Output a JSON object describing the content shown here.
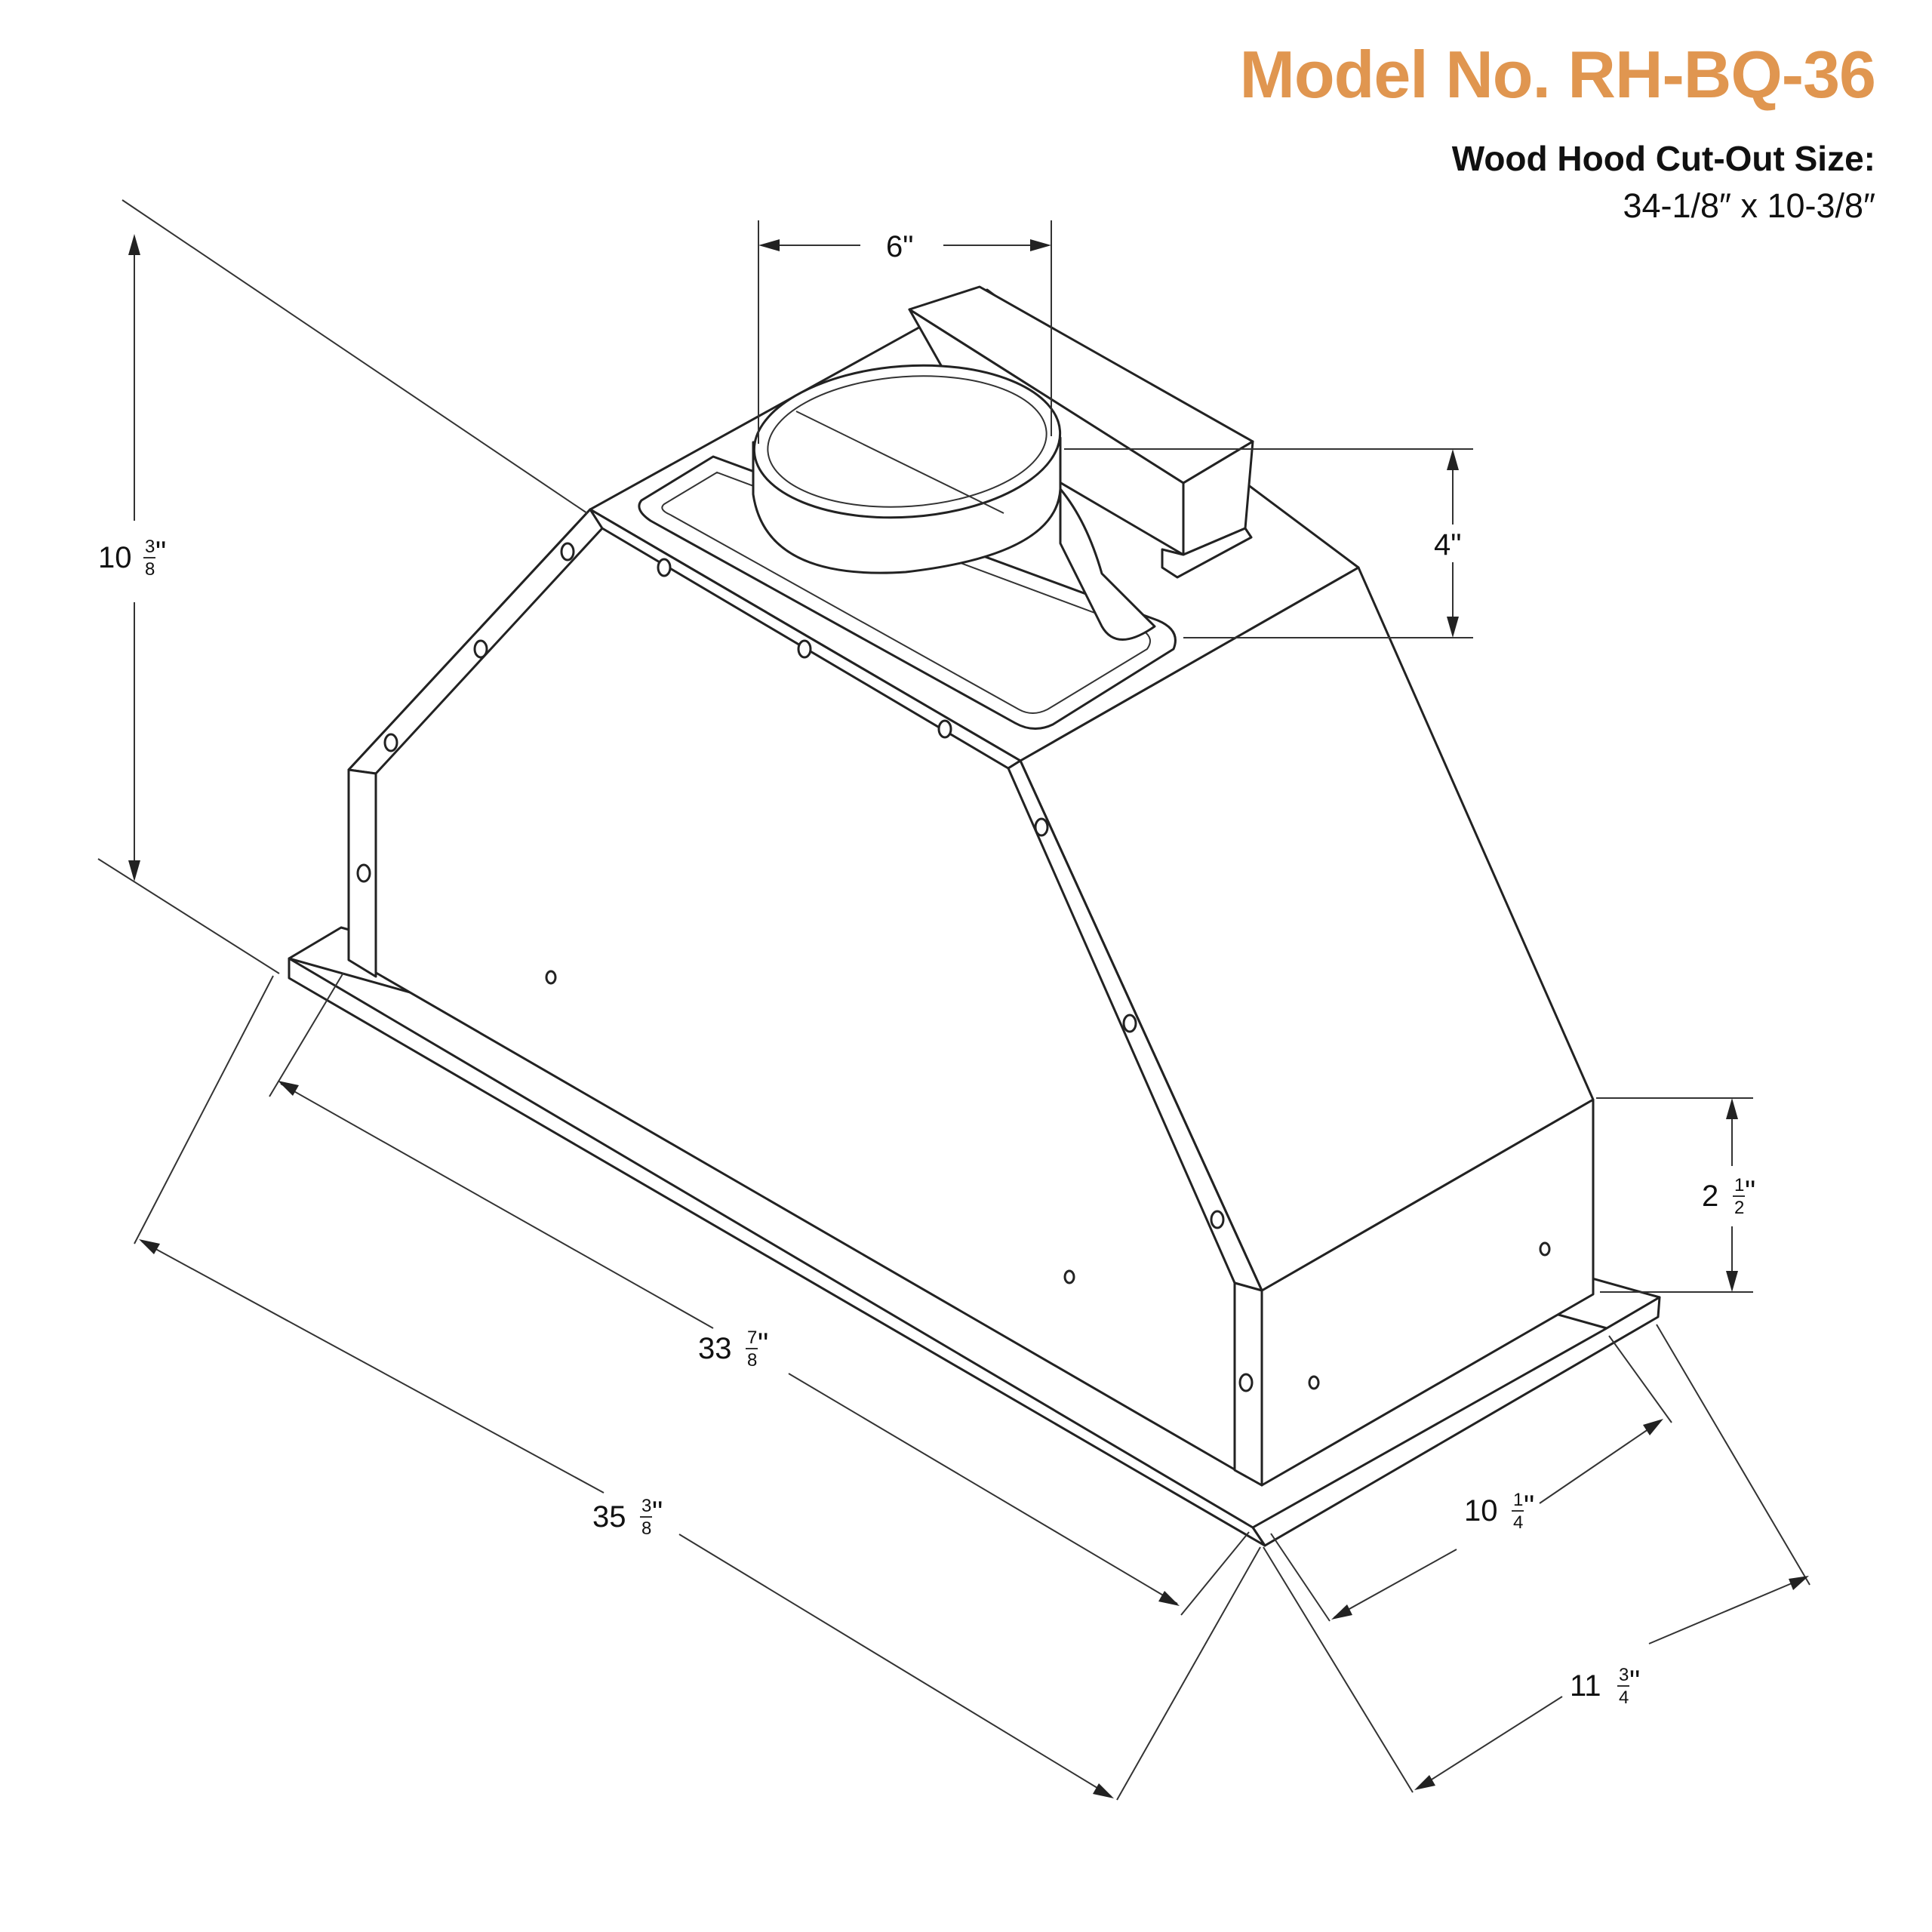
{
  "header": {
    "model_title": "Model No. RH-BQ-36",
    "cutout_label": "Wood Hood Cut-Out Size:",
    "cutout_size": "34-1/8″ x 10-3/8″"
  },
  "dimensions": {
    "duct_diameter": "6\"",
    "collar_height": "4\"",
    "total_height": {
      "whole": "10",
      "num": "3",
      "den": "8",
      "unit": "\""
    },
    "front_height": {
      "whole": "2",
      "num": "1",
      "den": "2",
      "unit": "\""
    },
    "body_width": {
      "whole": "33",
      "num": "7",
      "den": "8",
      "unit": "\""
    },
    "flange_width": {
      "whole": "35",
      "num": "3",
      "den": "8",
      "unit": "\""
    },
    "body_depth": {
      "whole": "10",
      "num": "1",
      "den": "4",
      "unit": "\""
    },
    "flange_depth": {
      "whole": "11",
      "num": "3",
      "den": "4",
      "unit": "\""
    }
  }
}
